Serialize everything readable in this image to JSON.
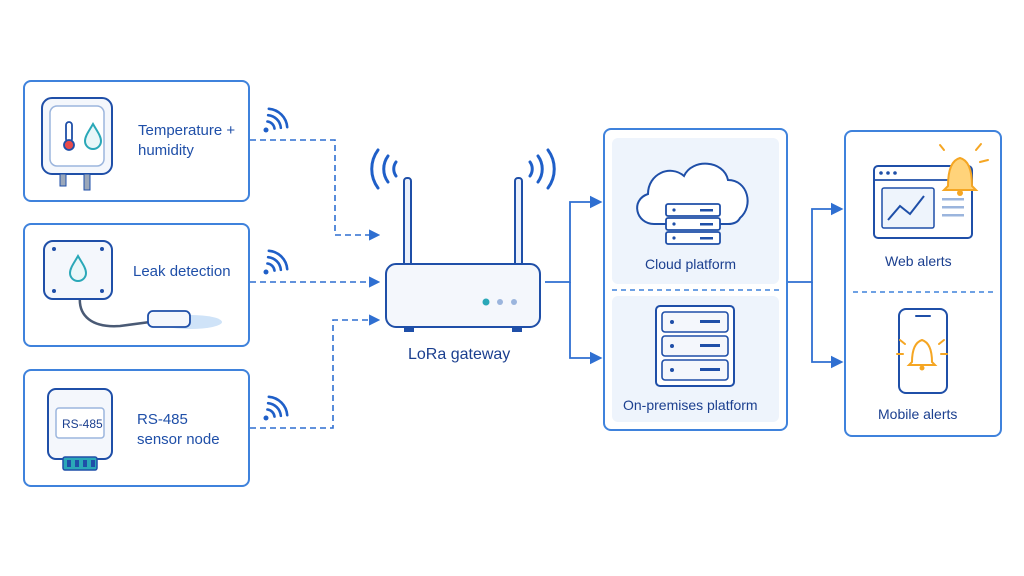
{
  "sensors": [
    {
      "label_line1": "Temperature +",
      "label_line2": "humidity"
    },
    {
      "label_line1": "Leak detection",
      "label_line2": ""
    },
    {
      "label_line1": "RS-485",
      "label_line2": "sensor node"
    }
  ],
  "rs485_device_text": "RS-485",
  "gateway": {
    "label": "LoRa gateway"
  },
  "platforms": [
    {
      "label": "Cloud platform"
    },
    {
      "label": "On-premises platform"
    }
  ],
  "alerts": [
    {
      "label": "Web alerts"
    },
    {
      "label": "Mobile alerts"
    }
  ],
  "colors": {
    "primary": "#3f82dc",
    "dark": "#1f4fa8",
    "panel": "#eef4fc",
    "alert": "#f5a623",
    "teal": "#2aa8b8"
  },
  "icons": [
    "wifi-signal-icon",
    "thermometer-icon",
    "water-drop-icon",
    "cloud-icon",
    "server-icon",
    "browser-icon",
    "bell-icon",
    "smartphone-icon"
  ]
}
